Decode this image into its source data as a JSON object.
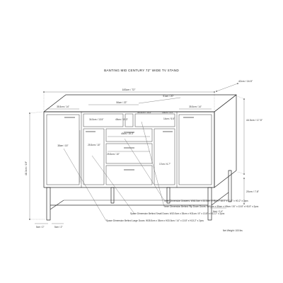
{
  "title": "BANTING MID CENTURY 72\" WIDE TV STAND",
  "labels": {
    "overall_width": "183cm / 72\"",
    "depth": "42cm / 16.5\"",
    "height_total": "48.3cm / 19\"",
    "left_door_width": "35.5cm / 14\"",
    "right_door_width": "35.5cm / 14\"",
    "center_top": "56cm / 22\"",
    "center_right": "51cm / 20\"",
    "cubby_left": "34.5cm / 13.5\"",
    "cubby_right": "34.5cm / 13.5\"",
    "drawer_top_w": "49cm / 19.3\"",
    "drawer_mid_w": "49cm / 19.3\"",
    "height_inner": "44.5cm / 17.5\"",
    "cubby_h_left": "14cm / 5.5\"",
    "cubby_h_right": "14cm / 5.5\"",
    "door_h": "38cm / 15\"",
    "drawer_h_left": "25.5cm / 10\"",
    "drawer_h_right": "25.5cm / 10\"",
    "drawer_small": "17cm / 6.7\"",
    "leg_h": "20cm / 7.8\"",
    "leg_gap": "6cm / 2.4\"",
    "foot_a": "5cm / 2\"",
    "foot_b": "5cm / 2\"",
    "note1": "Inner Dimension Drawers: W46.5cm x 33.5cm x H8cm / 18.3\" x 13.2\" x H3.2\" x 3pcs",
    "note2": "Inner Dimension Behind Flip Down Doors: W51cm x 35cm x H9cm / 20\" x 13.8\" x H3.5\" x 2pcs",
    "note3": "Space Dimension Behind Small Doors: W20.5cm x 35cm x H31cm / 8\" x 13.8\" x H12.2\" x 2pcs",
    "note4": "Space Dimension Behind Large Doors: W35.5cm x 35cm x H33.5cm / 14\" x 13.8\" x H13.2\" x 2pcs",
    "footnote": "Net Weight: 100 lbs"
  }
}
